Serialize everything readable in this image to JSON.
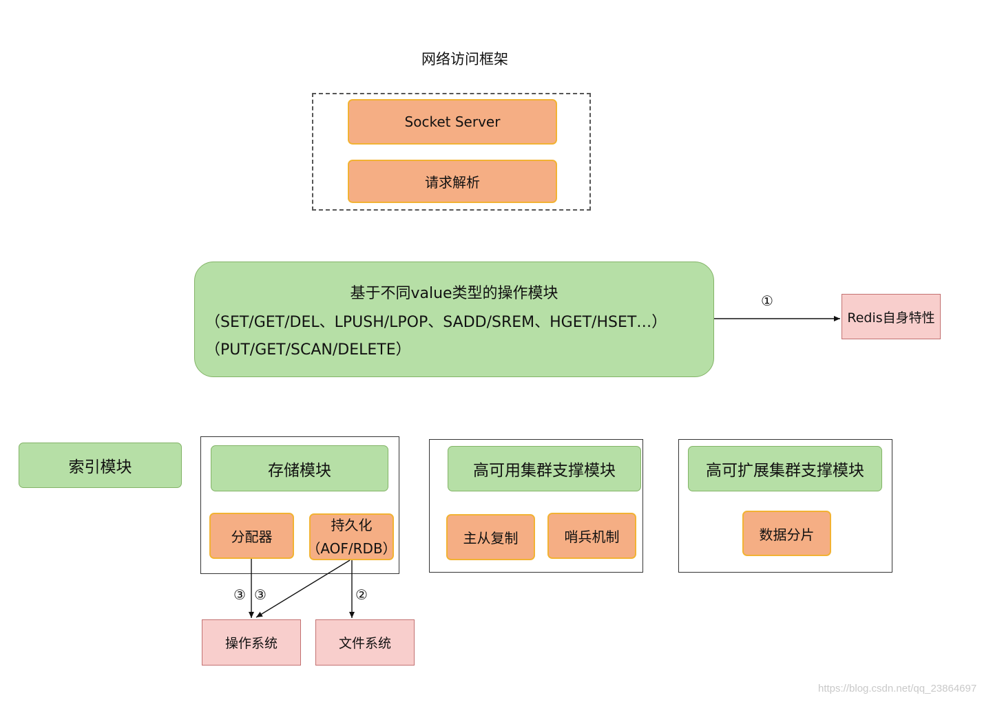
{
  "network": {
    "title": "网络访问框架",
    "socket_server": "Socket Server",
    "request_parse": "请求解析"
  },
  "operations": {
    "line1": "基于不同value类型的操作模块",
    "line2": "（SET/GET/DEL、LPUSH/LPOP、SADD/SREM、HGET/HSET…）",
    "line3": "（PUT/GET/SCAN/DELETE）"
  },
  "redis_features": "Redis自身特性",
  "marker1": "①",
  "index_module": "索引模块",
  "storage": {
    "title": "存储模块",
    "allocator": "分配器",
    "persistence_line1": "持久化",
    "persistence_line2": "（AOF/RDB）"
  },
  "high_availability": {
    "title": "高可用集群支撑模块",
    "master_slave": "主从复制",
    "sentinel": "哨兵机制"
  },
  "high_scalability": {
    "title": "高可扩展集群支撑模块",
    "sharding": "数据分片"
  },
  "os": "操作系统",
  "fs": "文件系统",
  "marker2": "②",
  "marker3a": "③",
  "marker3b": "③",
  "watermark": "https://blog.csdn.net/qq_23864697"
}
